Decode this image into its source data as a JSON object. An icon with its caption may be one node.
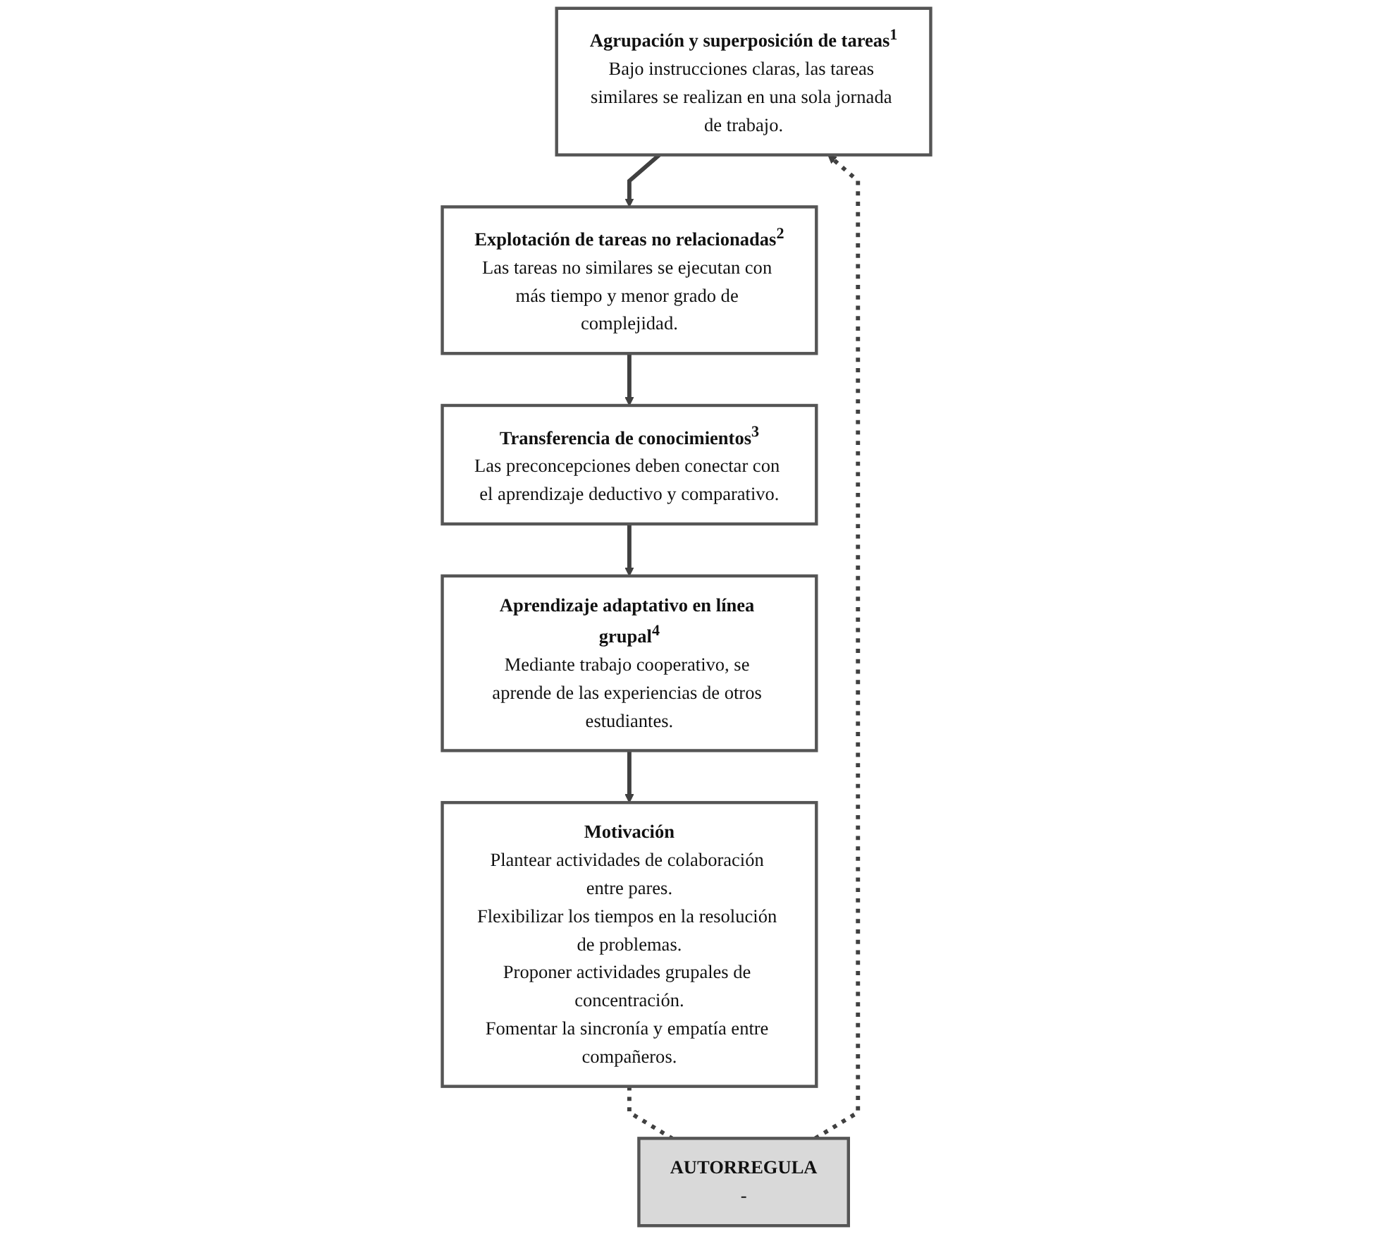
{
  "diagram": {
    "nodes": [
      {
        "text": [
          "Agrupación y superposición de tareas$^{1}$",
          "Bajo instrucciones claras, las tareas similares se realizan en una sola jornada de trabajo."
        ]
      },
      {
        "text": [
          "Explotación de tareas no relacionadas$^{2}$",
          "Las tareas no similares se ejecutan con más tiempo y menor grado de complejidad."
        ]
      },
      {
        "text": [
          "AUTORREGULA",
          "-"
        ]
      },
      {
        "text": [
          "Transferencia de conocimientos$^{3}$",
          "Las preconcepciones deben conectar con el aprendizaje deductivo y comparativo."
        ]
      },
      {
        "text": [
          "Motivación",
          "Plantear actividades de colaboración entre pares.",
          "Flexibilizar los tiempos en la resolución de problemas.",
          "Proponer actividades grupales de concentración.",
          "Fomentar la sincronía y empatía entre compañeros."
        ]
      },
      {
        "text": [
          "Aprendizaje adaptativo en línea grupal$^{4}$",
          "Mediante trabajo cooperativo, se aprende de las experiencias de otros estudiantes."
        ]
      }
    ],
    "edges": [
      {
        "from": 0,
        "to": 1,
        "arrow": "to"
      },
      {
        "from": 1,
        "to": 3,
        "arrow": "to"
      },
      {
        "from": 3,
        "to": 5,
        "arrow": "to"
      },
      {
        "from": 5,
        "to": 4,
        "arrow": "to"
      },
      {
        "from": 4,
        "to": 2,
        "arrow": "none",
        "style": "dashed"
      },
      {
        "from": 2,
        "to": 0,
        "arrow": "to",
        "style": "dashed"
      }
    ]
  }
}
